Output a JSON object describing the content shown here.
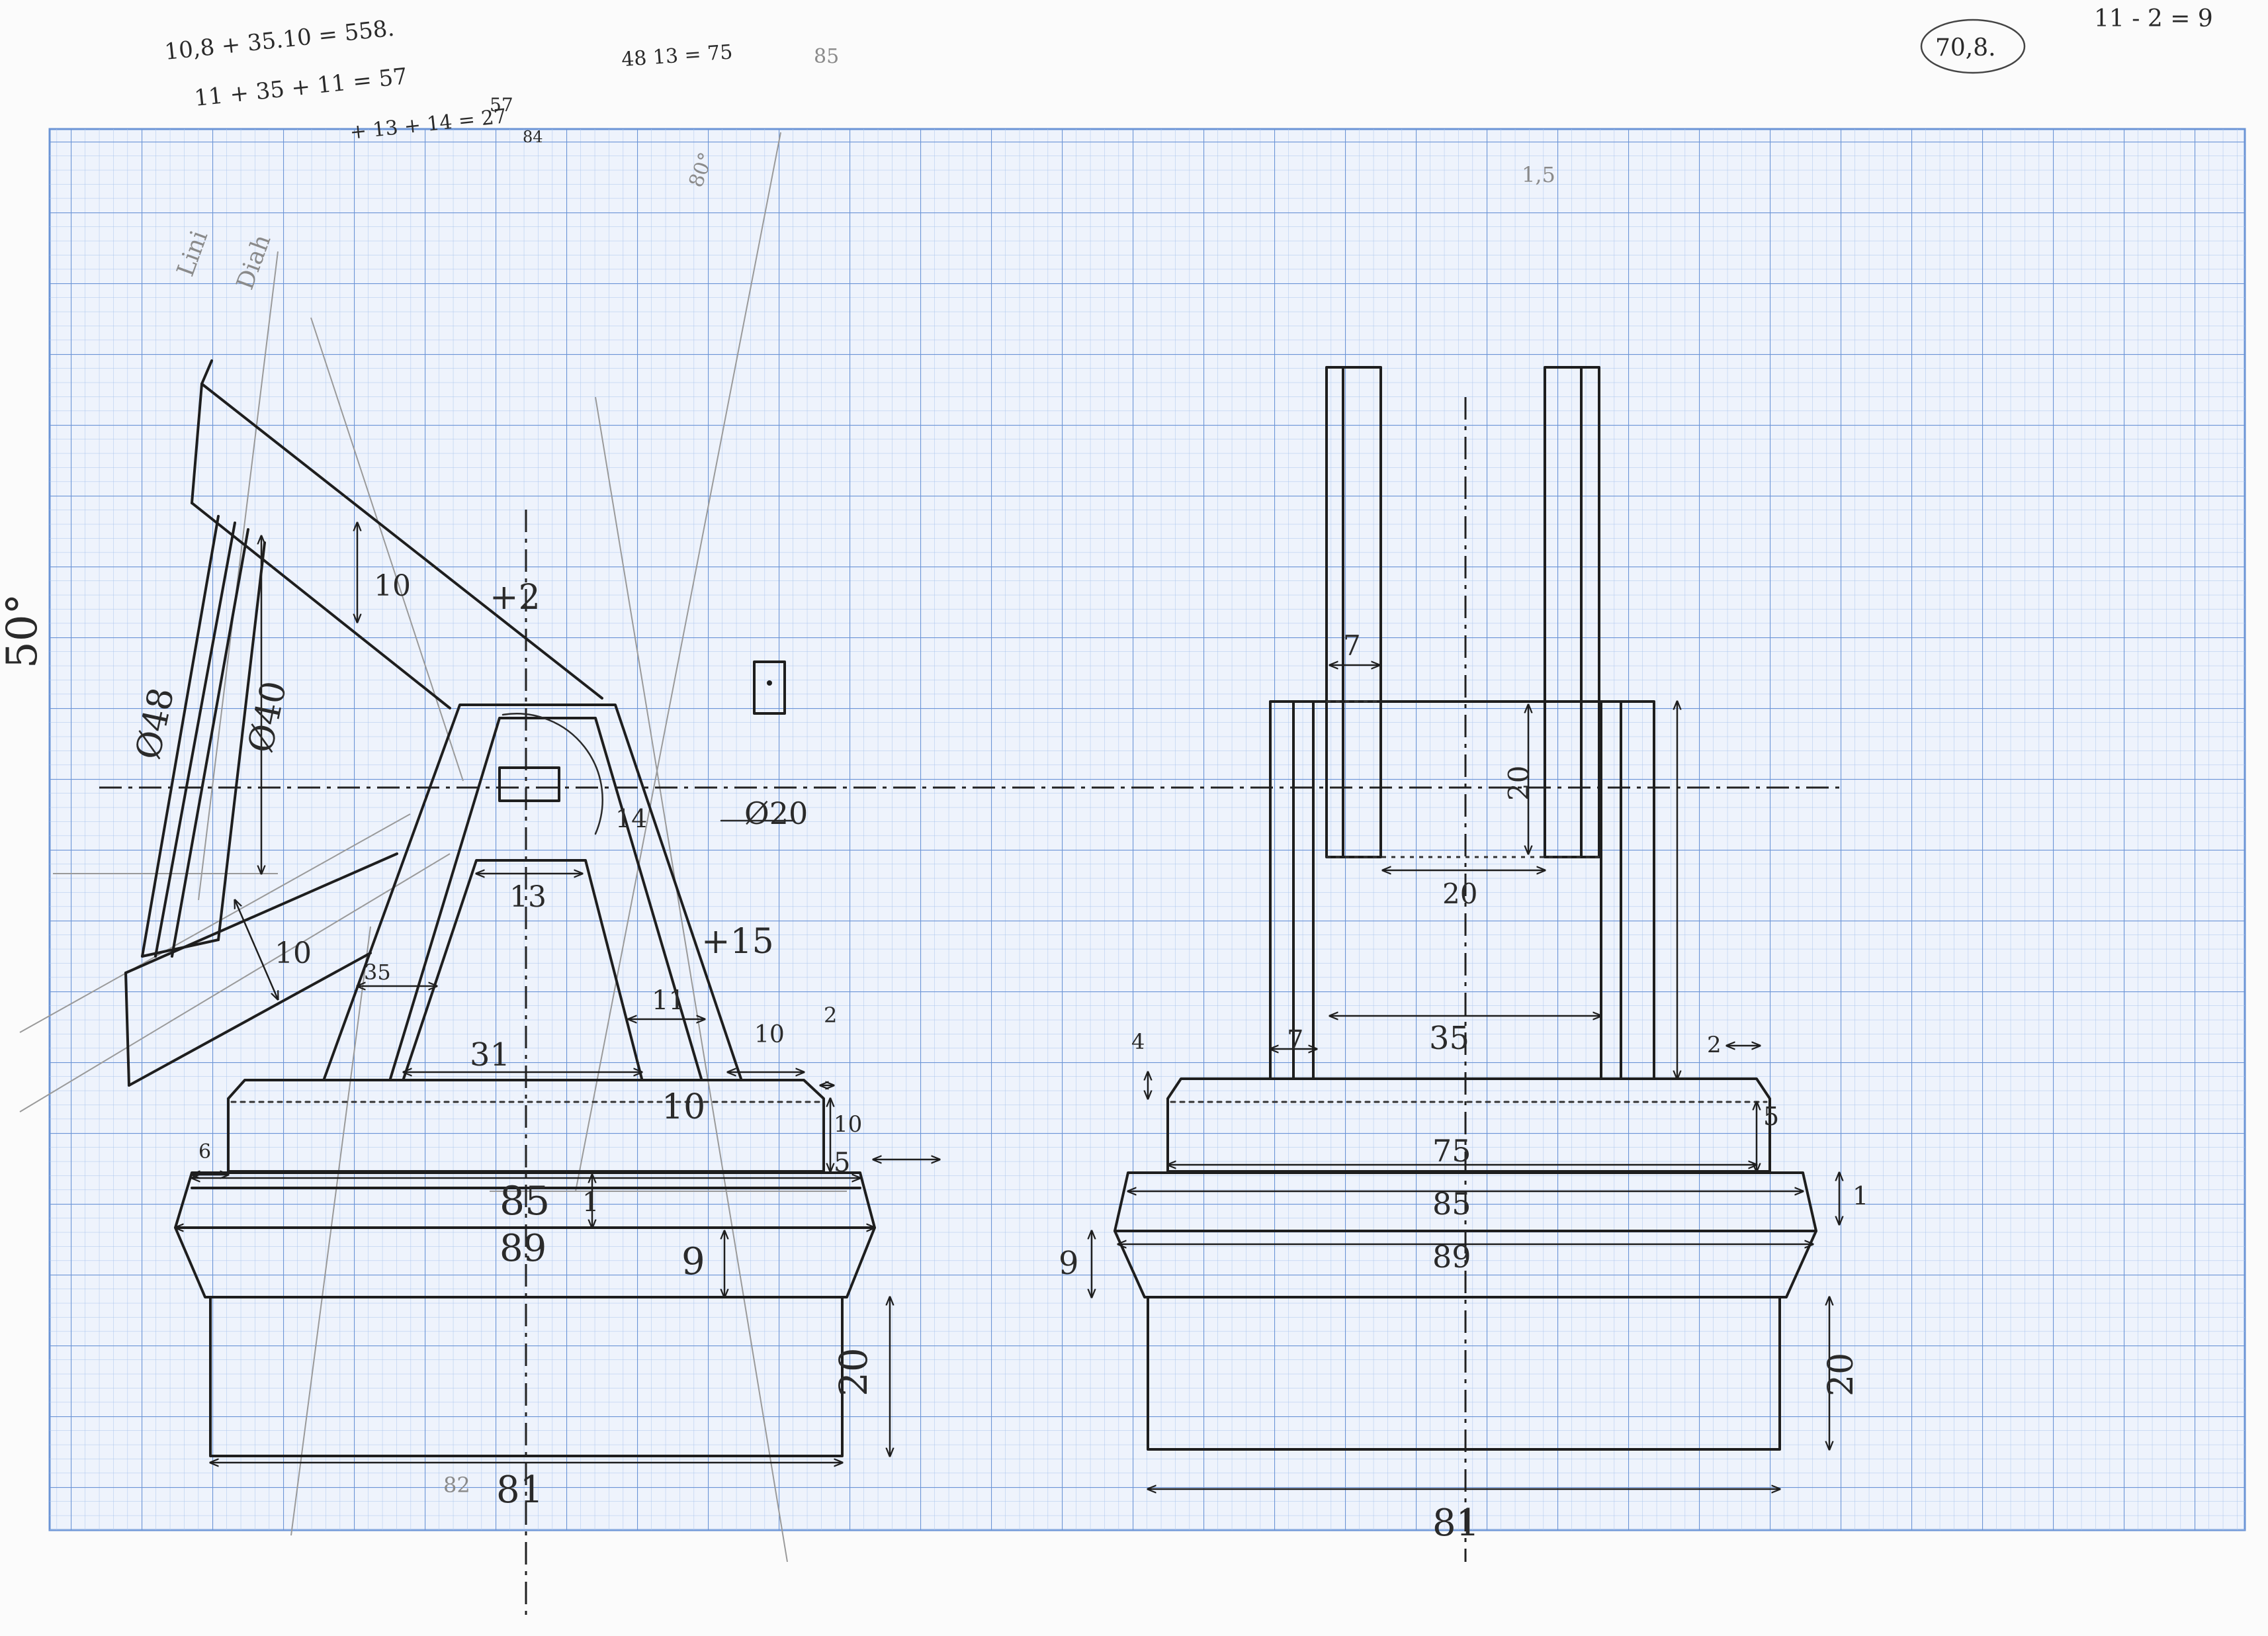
{
  "margin_notes": {
    "calc_1": "10,8 + 35.10 = 558.",
    "calc_2": "11 + 35 + 11 = 57",
    "calc_3": "+ 13 + 14 = 27",
    "calc_4": "57",
    "calc_5": "84",
    "calc_6": "48 13 = 75",
    "calc_7": "85",
    "circled_value": "70,8.",
    "top_right": "11 - 2 = 9",
    "angle_label": "50°",
    "grid_note_1": "1,5",
    "grid_note_2": "80°",
    "pencil_note_1": "Lini",
    "pencil_note_2": "Diah"
  },
  "side_view": {
    "slant_10": "10",
    "plus_2": "+2",
    "dia_48": "Ø48",
    "dia_40": "Ø40",
    "dia_20": "Ø20",
    "dim_14": "14",
    "dim_13": "13",
    "plus_15": "+15",
    "dim_10_left": "10",
    "dim_35": "35",
    "dim_31": "31",
    "dim_11": "11",
    "dim_10_right": "10",
    "dim_2": "2",
    "dim_10_base": "10",
    "dim_10_side": "10",
    "dim_5": "5",
    "dim_1": "1",
    "dim_6": "6",
    "dim_85": "85",
    "dim_89": "89",
    "dim_9": "9",
    "dim_20": "20",
    "dim_81": "81",
    "pencil_82": "82"
  },
  "front_view": {
    "dim_7_top": "7",
    "dim_20_vertical": "20",
    "dim_20_horizontal": "20",
    "dim_35": "35",
    "dim_7_bottom": "7",
    "dim_4": "4",
    "dim_2": "2",
    "dim_5": "5",
    "dim_75": "75",
    "dim_85": "85",
    "dim_1": "1",
    "dim_89": "89",
    "dim_9": "9",
    "dim_20_side": "20",
    "dim_81": "81"
  }
}
